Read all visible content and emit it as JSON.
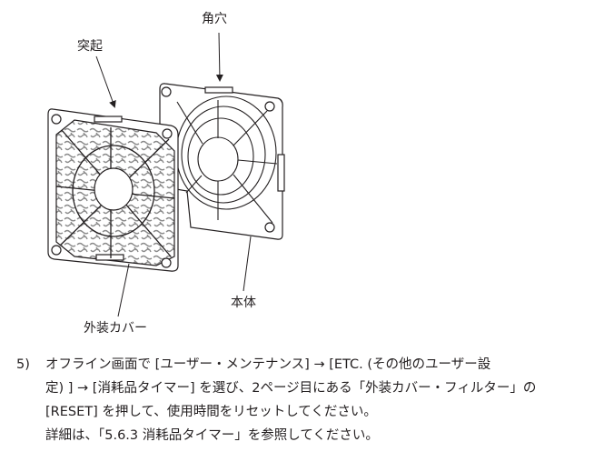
{
  "diagram": {
    "labels": {
      "square_hole": "角穴",
      "protrusion": "突起",
      "body": "本体",
      "outer_cover": "外装カバー"
    }
  },
  "instructions": {
    "step_number": "5)",
    "lines": [
      "オフライン画面で [ユーザー・メンテナンス] → [ETC. (その他のユーザー設",
      "定) ] → [消耗品タイマー] を選び、2ページ目にある「外装カバー・フィルター」の",
      "[RESET] を押して、使用時間をリセットしてください。",
      "詳細は、「5.6.3 消耗品タイマー」を参照してください。"
    ]
  }
}
